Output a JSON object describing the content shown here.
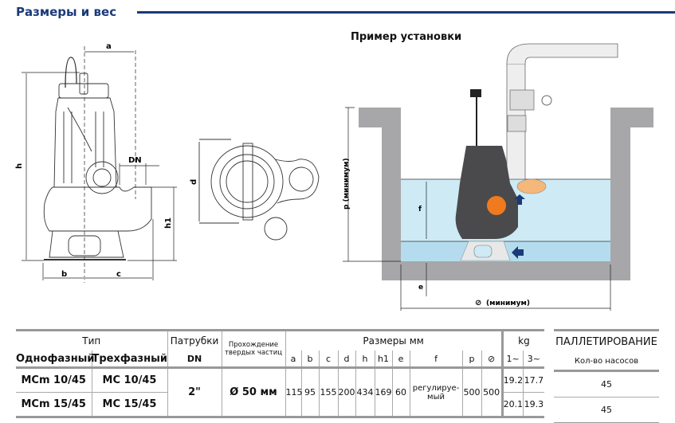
{
  "header": {
    "title": "Размеры и вес",
    "installation_title": "Пример установки"
  },
  "drawing_labels": {
    "a": "a",
    "h": "h",
    "dn": "DN",
    "h1": "h1",
    "b": "b",
    "c": "c",
    "d": "d",
    "p": "p  (минимум)",
    "f": "f",
    "e": "e",
    "min": "(минимум)",
    "square_symbol": "⊘"
  },
  "colors": {
    "title": "#1a3a78",
    "water": "#cdeaf5",
    "water_low": "#b5dcee",
    "concrete": "#a7a7a9",
    "pump_body": "#4a4a4c",
    "float": "#f07a1e",
    "arrow": "#1a3a78"
  },
  "table": {
    "type_label": "Тип",
    "single_phase": "Однофазный",
    "three_phase": "Трехфазный",
    "ports_label": "Патрубки",
    "dn_label": "DN",
    "solids_label": "Прохождение твердых частиц",
    "dims_label": "Размеры мм",
    "dim_cols": [
      "a",
      "b",
      "c",
      "d",
      "h",
      "h1",
      "e",
      "f",
      "p",
      "⊘"
    ],
    "kg_label": "kg",
    "kg_cols": [
      "1~",
      "3~"
    ],
    "rows": [
      {
        "single": "MCm 10/45",
        "three": "MC 10/45",
        "kg1": "19.2",
        "kg3": "17.7"
      },
      {
        "single": "MCm 15/45",
        "three": "MC 15/45",
        "kg1": "20.1",
        "kg3": "19.3"
      }
    ],
    "dn": "2\"",
    "solids": "Ø 50 мм",
    "dims": [
      "115",
      "95",
      "155",
      "200",
      "434",
      "169",
      "60",
      "регулируе-мый",
      "500",
      "500"
    ]
  },
  "pallet": {
    "title": "ПАЛЛЕТИРОВАНИЕ",
    "subtitle": "Кол-во насосов",
    "values": [
      "45",
      "45"
    ]
  }
}
